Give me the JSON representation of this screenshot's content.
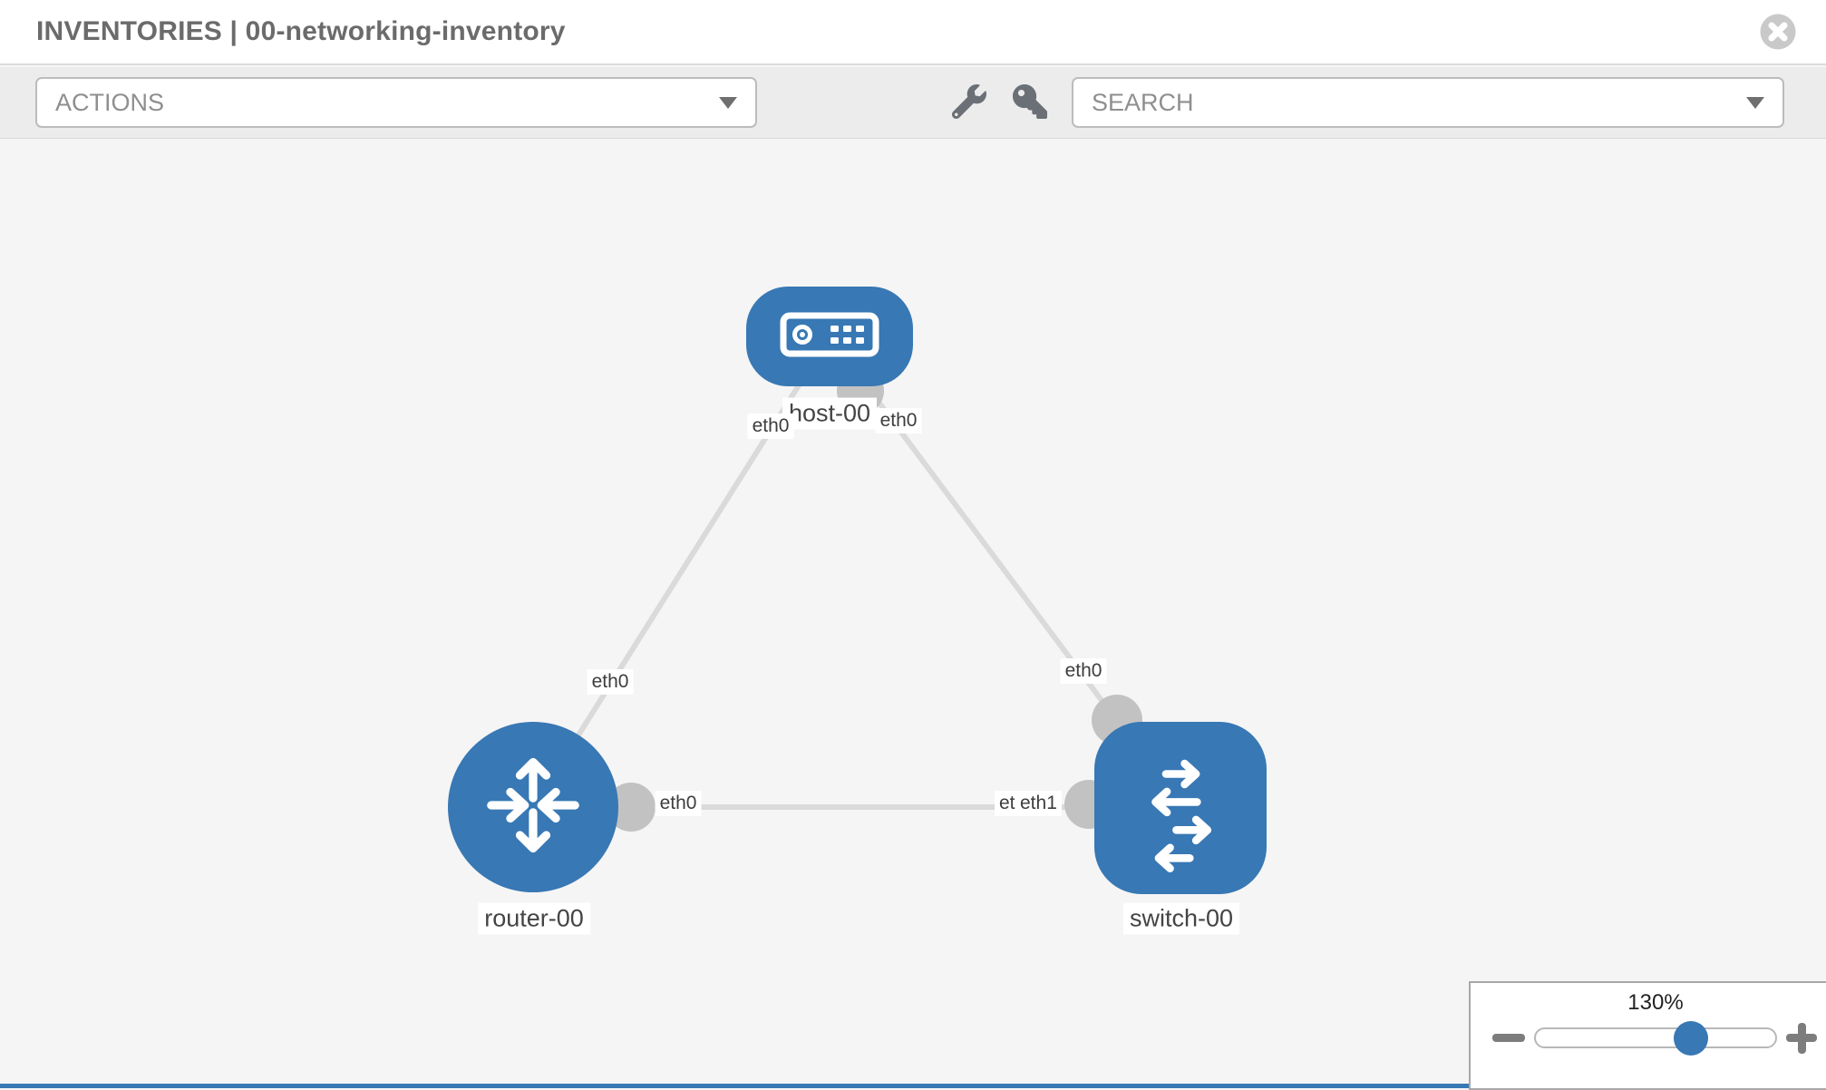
{
  "header": {
    "title": "INVENTORIES | 00-networking-inventory",
    "close_icon": "circle-x-icon"
  },
  "toolbar": {
    "actions": {
      "label": "ACTIONS"
    },
    "tools": [
      {
        "icon": "wrench-icon"
      },
      {
        "icon": "key-icon"
      }
    ],
    "search": {
      "label": "SEARCH"
    }
  },
  "topology": {
    "nodes": [
      {
        "label": "host-00",
        "type": "host",
        "icon": "server-icon"
      },
      {
        "label": "router-00",
        "type": "router",
        "icon": "router-arrows-icon"
      },
      {
        "label": "switch-00",
        "type": "switch",
        "icon": "switch-arrows-icon"
      }
    ],
    "interfaces": {
      "host_left": "eth0",
      "host_right": "eth0",
      "link_host_router": "eth0",
      "link_host_switch": "eth0",
      "router_side": "eth0",
      "switch_side_under": "eth0",
      "switch_side_over": "eth1"
    },
    "links": [
      {
        "from": "host-00",
        "to": "router-00"
      },
      {
        "from": "host-00",
        "to": "switch-00"
      },
      {
        "from": "router-00",
        "to": "switch-00"
      }
    ]
  },
  "zoom_control": {
    "level": "130%"
  },
  "colors": {
    "node_blue": "#3878b4",
    "link_gray": "#dadada",
    "connector_gray": "#c2c2c2",
    "canvas_bg": "#f5f5f5",
    "toolbar_bg": "#ececec"
  }
}
